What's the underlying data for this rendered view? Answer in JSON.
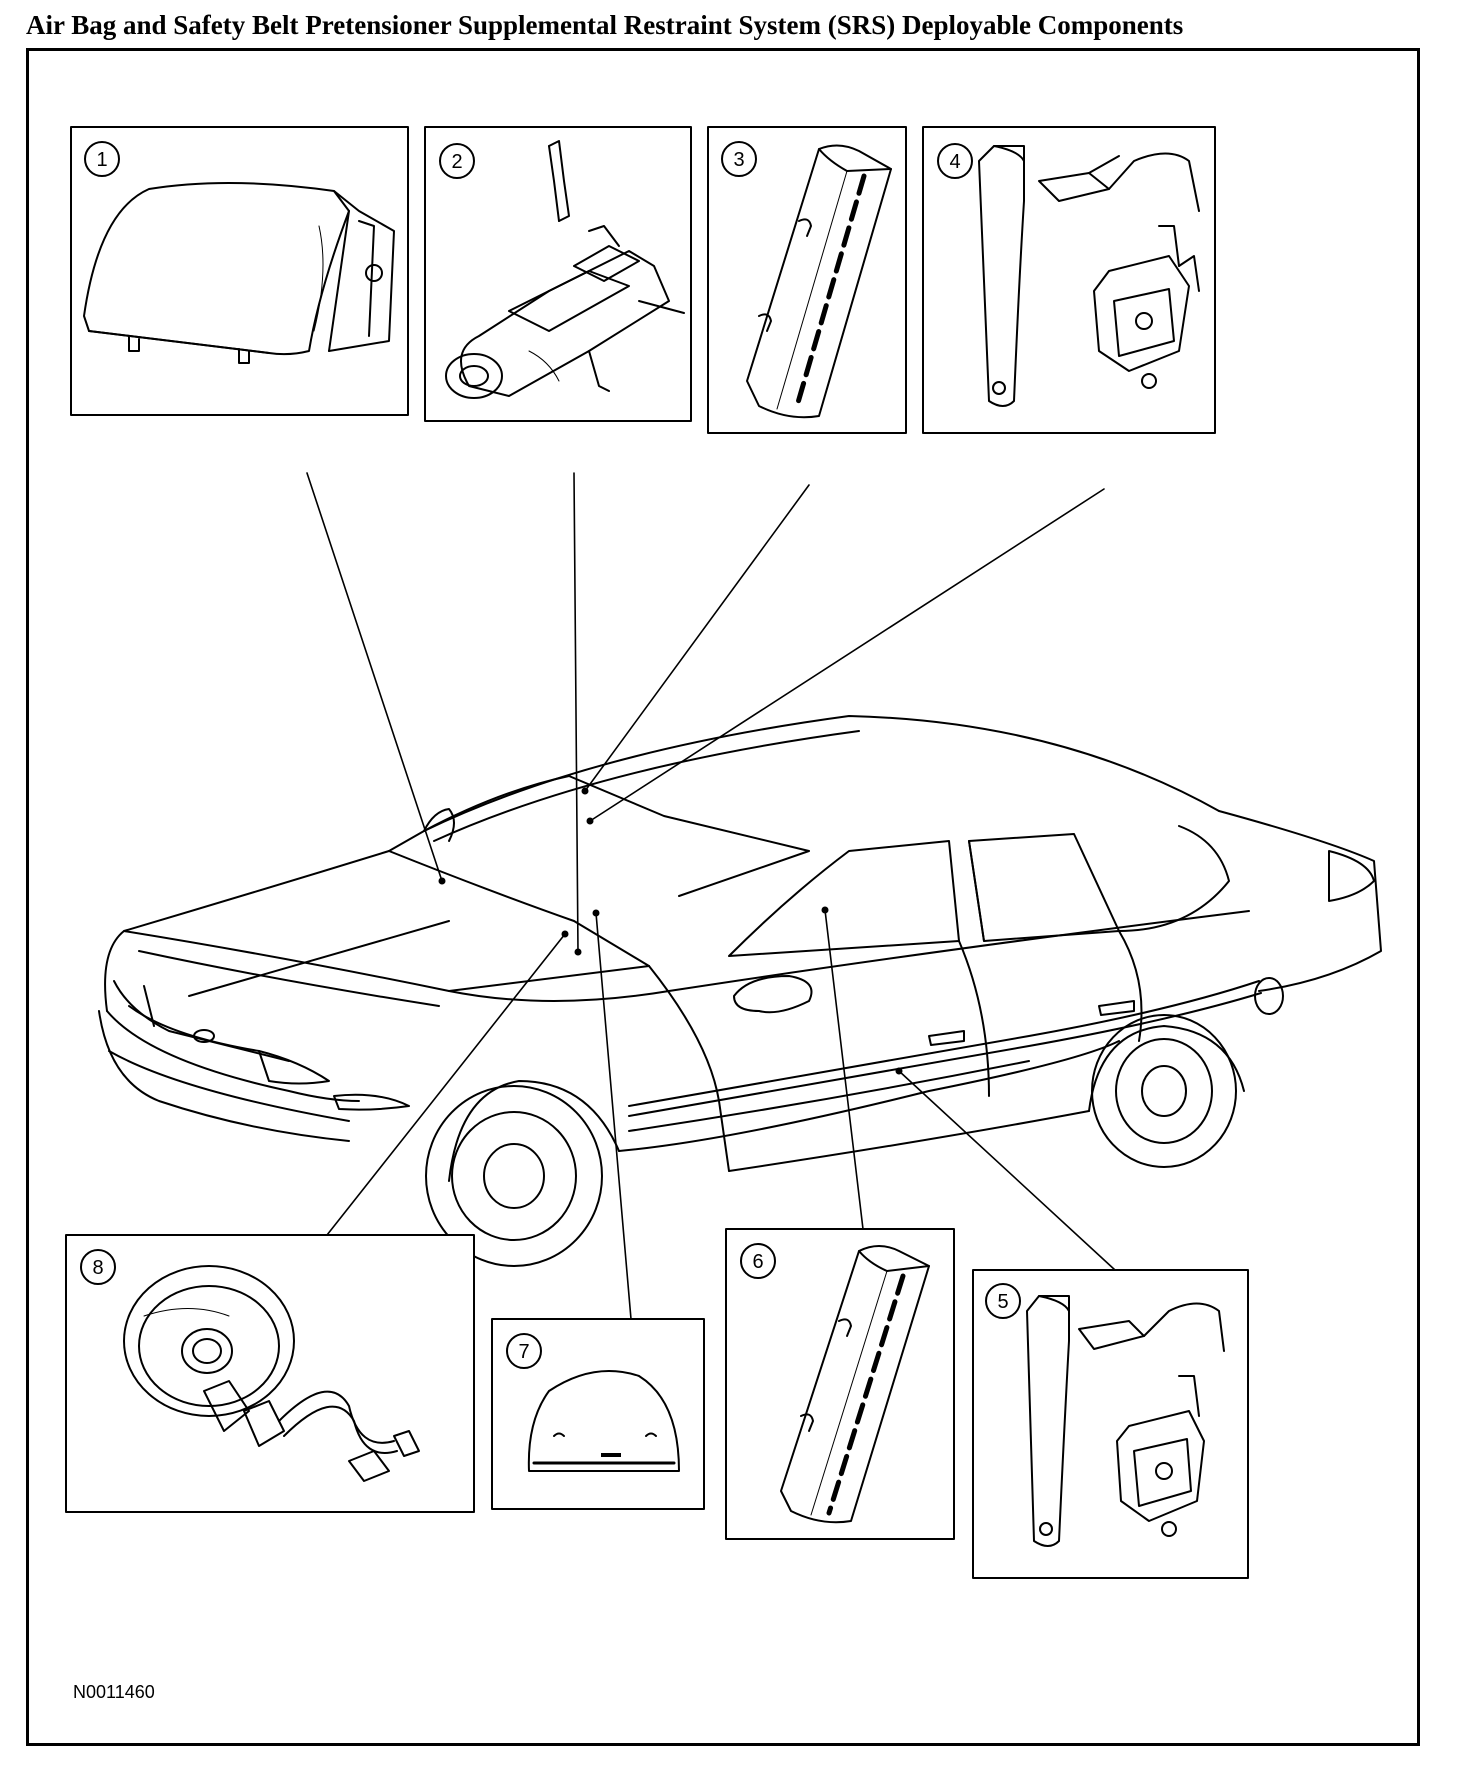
{
  "title": "Air Bag and Safety Belt Pretensioner Supplemental Restraint System (SRS) Deployable Components",
  "reference_code": "N0011460",
  "callouts": [
    "1",
    "2",
    "3",
    "4",
    "5",
    "6",
    "7",
    "8"
  ]
}
